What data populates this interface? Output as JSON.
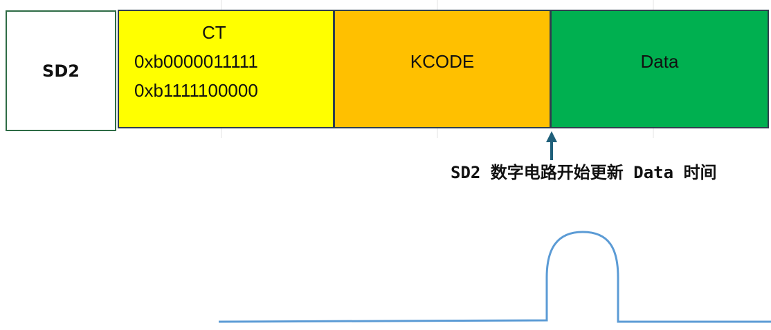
{
  "diagram": {
    "row_label": "SD2",
    "blocks": [
      {
        "id": "ct",
        "lines": [
          "CT",
          "0xb0000011111",
          "0xb1111100000"
        ],
        "color": "#ffff00"
      },
      {
        "id": "kcode",
        "lines": [
          "KCODE"
        ],
        "color": "#ffc000"
      },
      {
        "id": "data",
        "lines": [
          "Data"
        ],
        "color": "#00b050"
      }
    ],
    "arrow_caption": "SD2 数字电路开始更新 Data 时间"
  },
  "colors": {
    "border": "#2f3e4e",
    "arrow": "#1f5f7a",
    "pulse": "#5b9bd5",
    "baseline": "#4472c4"
  }
}
